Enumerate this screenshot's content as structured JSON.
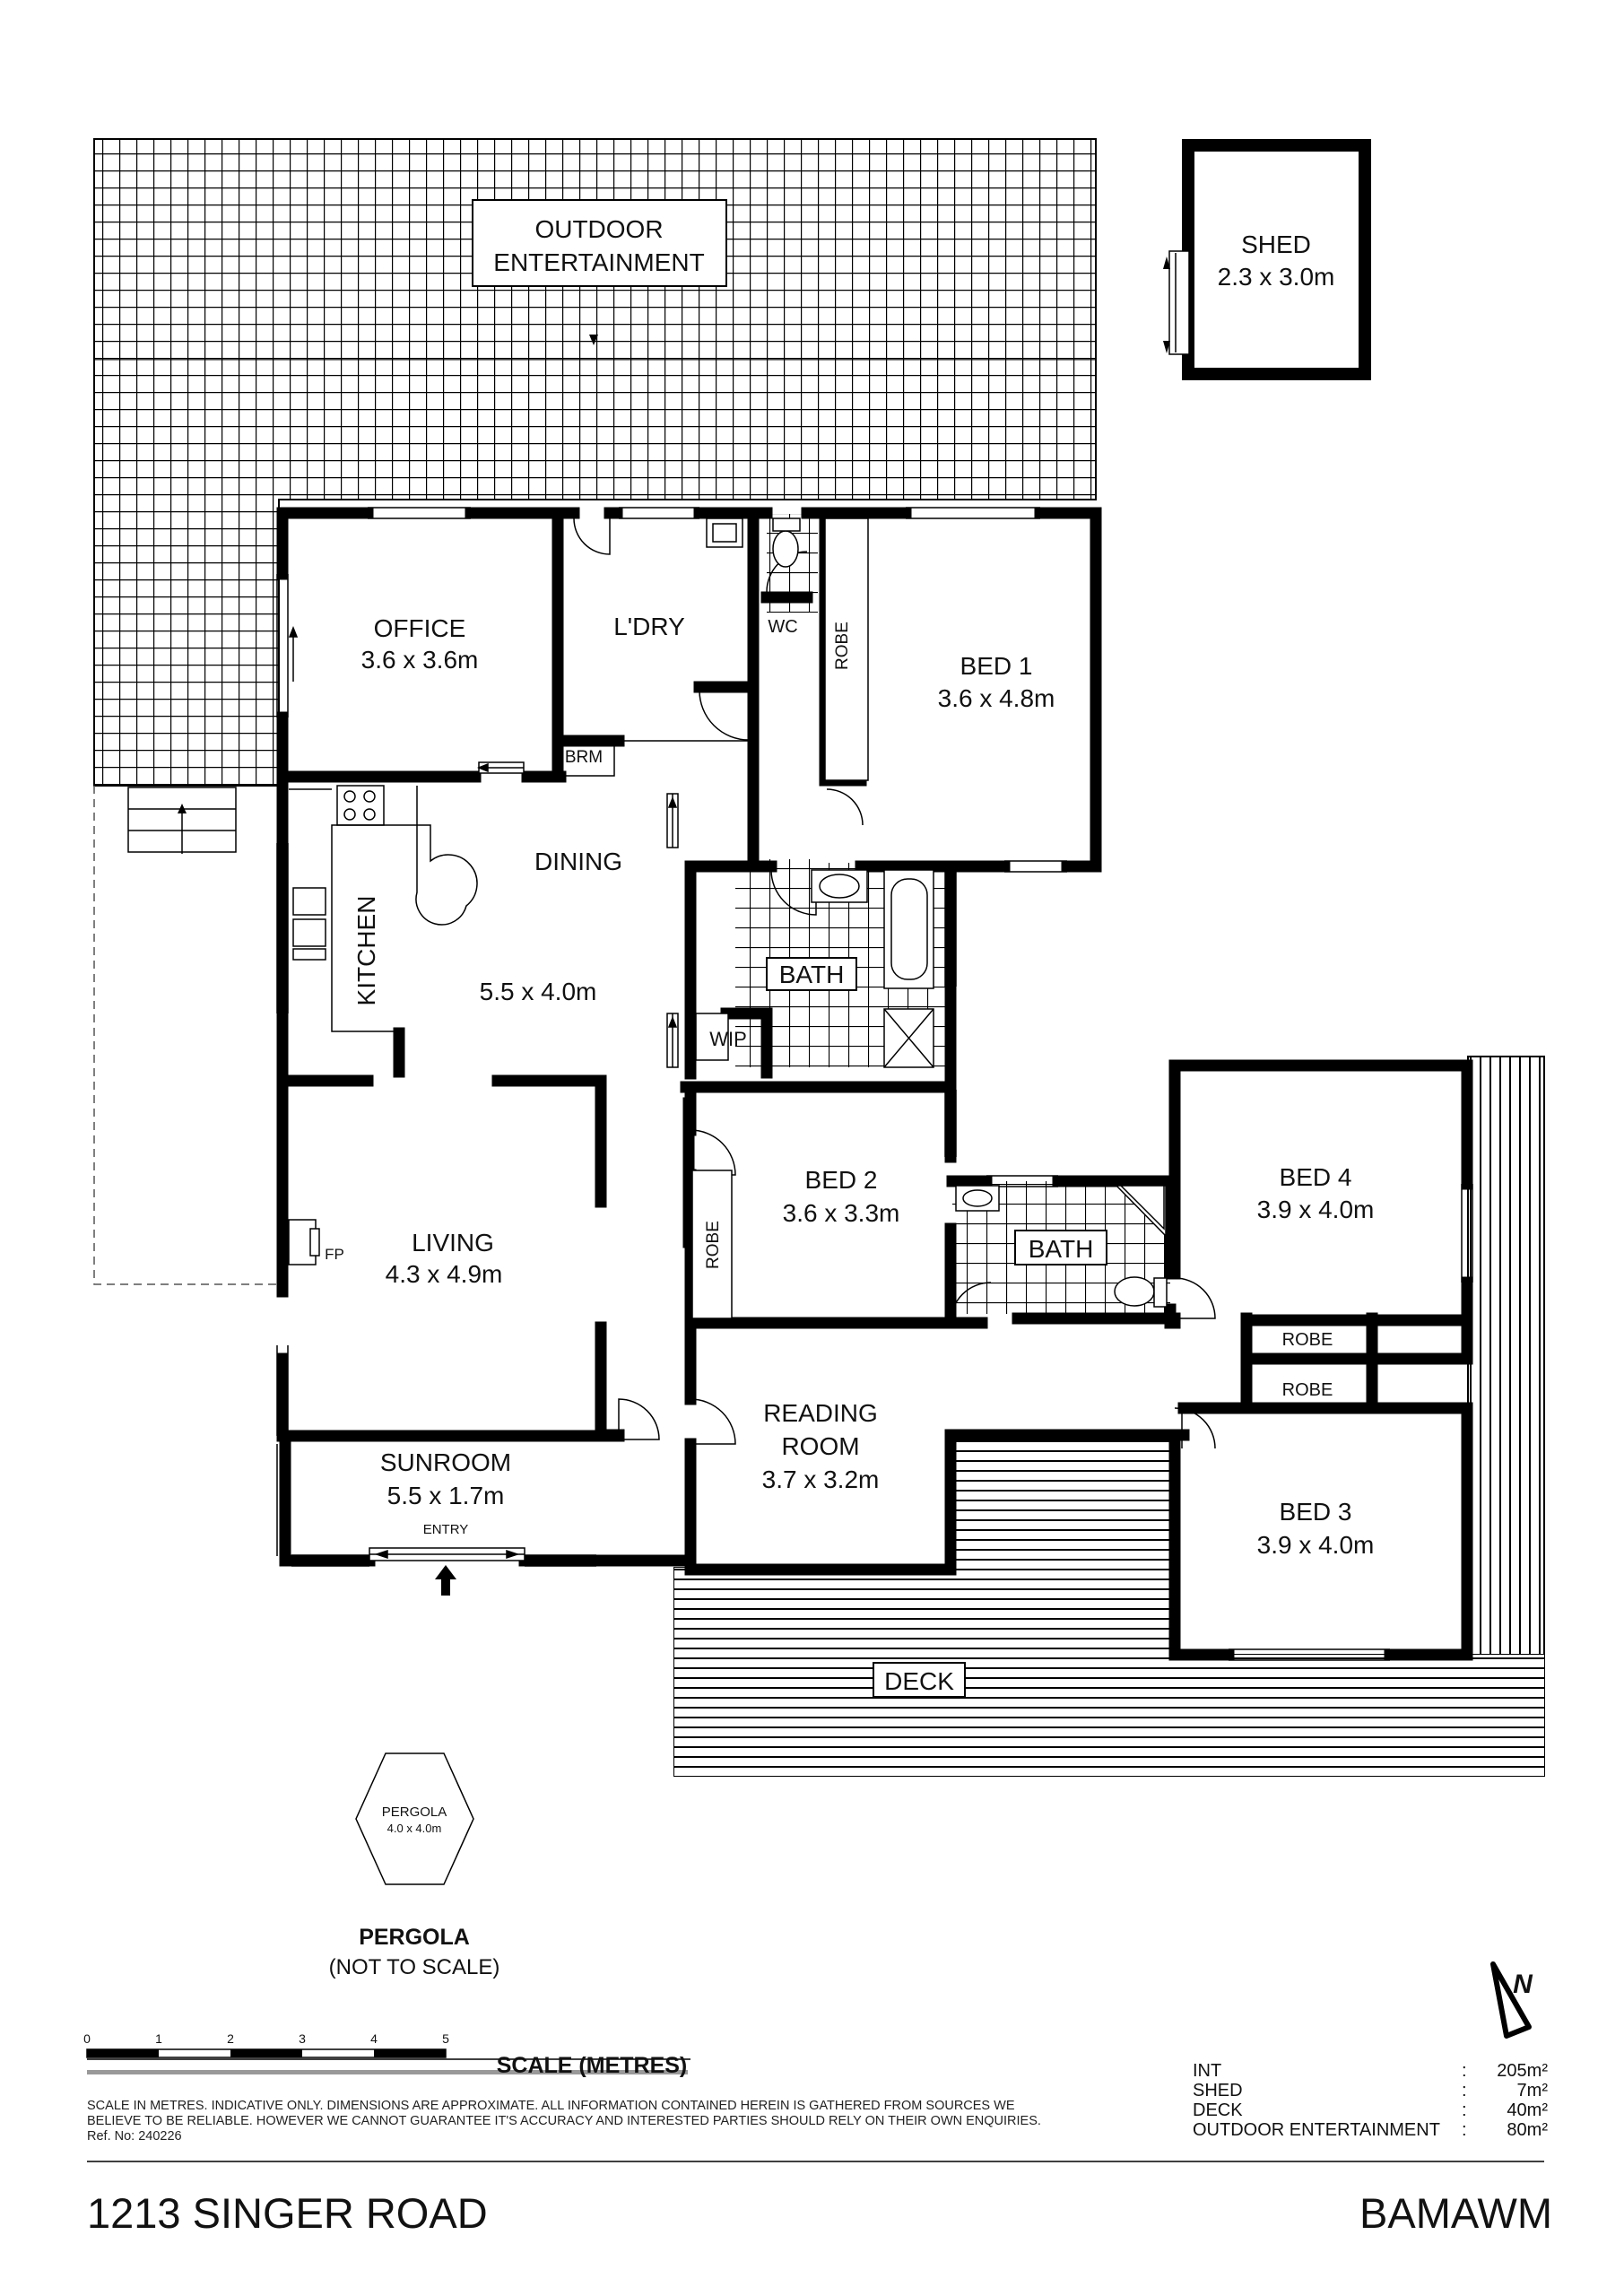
{
  "rooms": {
    "outdoor": {
      "line1": "OUTDOOR",
      "line2": "ENTERTAINMENT"
    },
    "shed": {
      "name": "SHED",
      "dims": "2.3 x 3.0m"
    },
    "office": {
      "name": "OFFICE",
      "dims": "3.6 x 3.6m"
    },
    "laundry": {
      "name": "L'DRY"
    },
    "brm": {
      "name": "BRM"
    },
    "wc": {
      "name": "WC"
    },
    "robe1": {
      "name": "ROBE"
    },
    "bed1": {
      "name": "BED 1",
      "dims": "3.6 x 4.8m"
    },
    "dining": {
      "name": "DINING",
      "dims": "5.5 x 4.0m"
    },
    "kitchen": {
      "name": "KITCHEN"
    },
    "bath1": {
      "name": "BATH"
    },
    "wip": {
      "name": "WIP"
    },
    "living": {
      "name": "LIVING",
      "dims": "4.3 x 4.9m"
    },
    "fp": {
      "name": "FP"
    },
    "bed2": {
      "name": "BED 2",
      "dims": "3.6 x 3.3m"
    },
    "robe2": {
      "name": "ROBE"
    },
    "bath2": {
      "name": "BATH"
    },
    "bed4": {
      "name": "BED 4",
      "dims": "3.9 x 4.0m"
    },
    "robe4": {
      "name": "ROBE"
    },
    "robe3": {
      "name": "ROBE"
    },
    "reading": {
      "name": "READING",
      "name2": "ROOM",
      "dims": "3.7 x 3.2m"
    },
    "bed3": {
      "name": "BED 3",
      "dims": "3.9 x 4.0m"
    },
    "sunroom": {
      "name": "SUNROOM",
      "dims": "5.5 x 1.7m"
    },
    "entry": {
      "name": "ENTRY"
    },
    "deck": {
      "name": "DECK"
    },
    "pergola_inner": {
      "name": "PERGOLA",
      "dims": "4.0 x 4.0m"
    }
  },
  "pergola_caption": {
    "title": "PERGOLA",
    "note": "(NOT TO SCALE)"
  },
  "scale": {
    "ticks": [
      "0",
      "1",
      "2",
      "3",
      "4",
      "5"
    ],
    "label": "SCALE (METRES)"
  },
  "compass": {
    "label": "N"
  },
  "disclaimer": [
    "SCALE IN METRES. INDICATIVE ONLY. DIMENSIONS ARE APPROXIMATE. ALL INFORMATION CONTAINED HEREIN IS GATHERED FROM SOURCES WE",
    "BELIEVE TO BE RELIABLE. HOWEVER WE CANNOT GUARANTEE IT'S ACCURACY AND INTERESTED PARTIES SHOULD RELY ON THEIR OWN ENQUIRIES.",
    "Ref. No: 240226"
  ],
  "areas": [
    {
      "name": "INT",
      "value": "205m²"
    },
    {
      "name": "SHED",
      "value": "7m²"
    },
    {
      "name": "DECK",
      "value": "40m²"
    },
    {
      "name": "OUTDOOR ENTERTAINMENT",
      "value": "80m²"
    }
  ],
  "footer": {
    "address": "1213 SINGER ROAD",
    "agency": "BAMAWM"
  }
}
